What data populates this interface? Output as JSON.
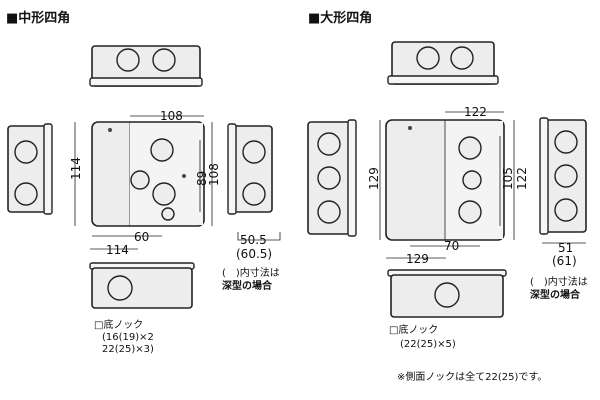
{
  "medium": {
    "title": "■中形四角",
    "dims": {
      "width_top": "108",
      "height_left": "114",
      "inner_h": "89",
      "outer_h": "108",
      "knock_x": "60",
      "bottom_w": "114",
      "depth": "50.5",
      "depth_deep": "(60.5)"
    },
    "note_line1": "(　)内寸法は",
    "note_line2": "深型の場合",
    "knock_label": "□底ノック",
    "knock_line1": "(16(19)×2",
    "knock_line2": " 22(25)×3)"
  },
  "large": {
    "title": "■大形四角",
    "dims": {
      "width_top": "122",
      "height_left": "129",
      "inner_h": "105",
      "outer_h": "122",
      "knock_x": "70",
      "bottom_w": "129",
      "depth": "51",
      "depth_deep": "(61)"
    },
    "note_line1": "(　)内寸法は",
    "note_line2": "深型の場合",
    "knock_label": "□底ノック",
    "knock_line1": "(22(25)×5)"
  },
  "footnote": "※側面ノックは全て22(25)です。"
}
